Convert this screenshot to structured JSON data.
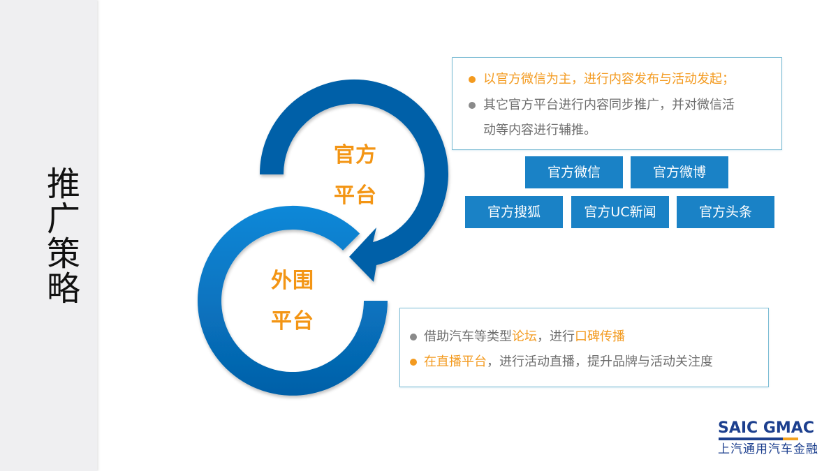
{
  "sidebar": {
    "title": "推广策略"
  },
  "diagram": {
    "top_circle": {
      "line1": "官方",
      "line2": "平台"
    },
    "bottom_circle": {
      "line1": "外围",
      "line2": "平台"
    },
    "colors": {
      "arc_light": "#0a88d8",
      "arc_dark": "#0560a8",
      "label": "#f39514"
    }
  },
  "official_box": {
    "bullets": [
      {
        "color": "#f39a1f",
        "text": "以官方微信为主，进行内容发布与活动发起；"
      },
      {
        "color": "#8a8a8a",
        "text_line1": "其它官方平台进行内容同步推广，并对微信活",
        "text_line2": "动等内容进行辅推。"
      }
    ]
  },
  "platform_tags": {
    "row1": [
      "官方微信",
      "官方微博"
    ],
    "row2": [
      "官方搜狐",
      "官方UC新闻",
      "官方头条"
    ],
    "color": "#1a82c6"
  },
  "external_box": {
    "bullet1": {
      "color": "#8a8a8a",
      "part1": "借助汽车等类型",
      "part2": "论坛",
      "part3": "，进行",
      "part4": "口碑传播"
    },
    "bullet2": {
      "color": "#f39a1f",
      "part1": "在直播平台",
      "part2": "，进行活动直播，提升品牌与活动关注度"
    }
  },
  "logo": {
    "en": "SAIC GMAC",
    "cn": "上汽通用汽车金融",
    "bar_colors": [
      "#1c3f8e",
      "#f3a21f"
    ]
  }
}
